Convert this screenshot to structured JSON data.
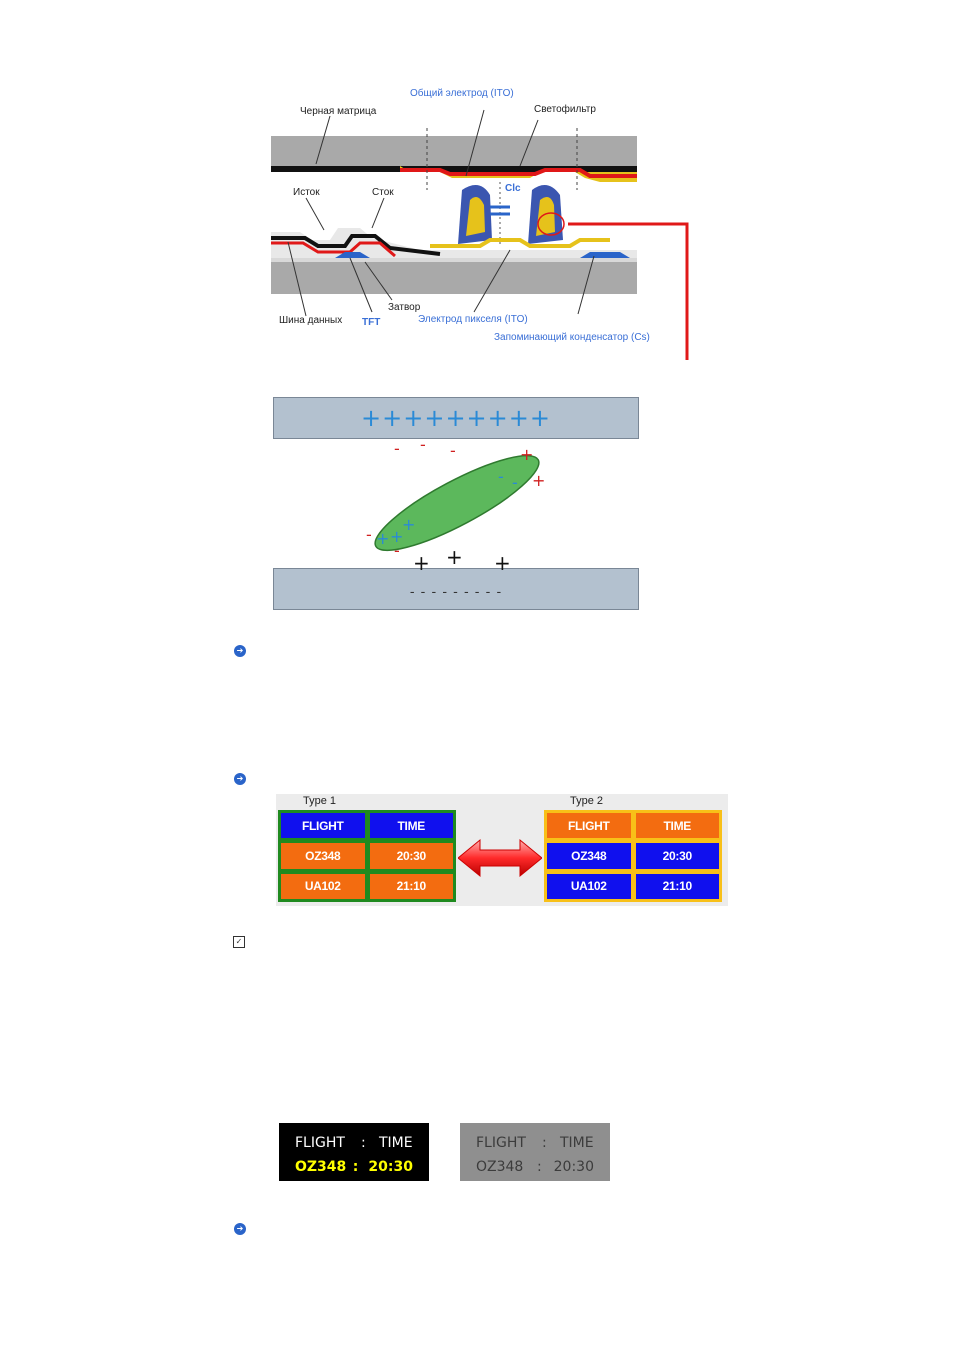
{
  "diagram": {
    "labels": {
      "common_electrode": "Общий электрод (ITO)",
      "black_matrix": "Черная матрица",
      "color_filter": "Светофильтр",
      "source": "Исток",
      "drain": "Сток",
      "clc": "Clc",
      "gate": "Затвор",
      "data_bus": "Шина данных",
      "tft": "TFT",
      "pixel_electrode": "Электрод пикселя (ITO)",
      "storage_capacitor": "Запоминающий конденсатор (Cs)"
    },
    "top_plate_signs": "+++++++++",
    "bottom_plate_signs": "- - - - - - - - -"
  },
  "flight_table": {
    "type1_label": "Type 1",
    "type2_label": "Type 2",
    "headers": [
      "FLIGHT",
      "TIME"
    ],
    "rows": [
      [
        "OZ348",
        "20:30"
      ],
      [
        "UA102",
        "21:10"
      ]
    ],
    "colors": {
      "type1_frame": "#1f8a1f",
      "type1_header": "#1010ee",
      "type1_cell": "#f36c10",
      "type2_frame": "#f8c018",
      "type2_header": "#f36c10",
      "type2_cell": "#1010ee"
    }
  },
  "signs": {
    "header": "FLIGHT",
    "sep": ":",
    "header2": "TIME",
    "flight": "OZ348",
    "time": "20:30",
    "colors": {
      "sharp_bg": "#000000",
      "sharp_header": "#ffffff",
      "sharp_value": "#ffff00",
      "dim_bg": "#8f8f8f",
      "dim_text": "#3c3c3c"
    }
  },
  "icons": [
    "arrow-circle-icon",
    "arrow-circle-icon",
    "note-check-icon",
    "arrow-circle-icon"
  ]
}
